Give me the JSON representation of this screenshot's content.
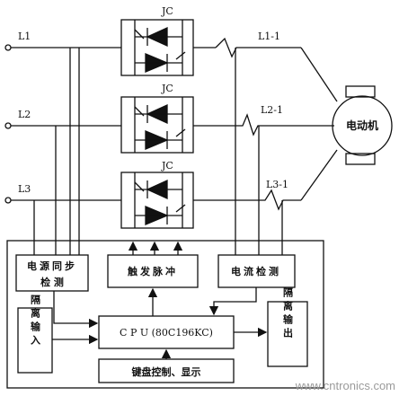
{
  "lines": {
    "l1": "L1",
    "l2": "L2",
    "l3": "L3",
    "l1_out": "L1-1",
    "l2_out": "L2-1",
    "l3_out": "L3-1"
  },
  "thyristors": {
    "jc1": "JC",
    "jc2": "JC",
    "jc3": "JC"
  },
  "motor": {
    "label": "电动机"
  },
  "blocks": {
    "power_sync_line1": "电源同步",
    "power_sync_line2": "检  测",
    "trigger_pulse": "触发脉冲",
    "current_detect": "电流检测",
    "isolated_input": "隔离输入",
    "cpu": "C P U  (80C196KC)",
    "isolated_output": "隔离输出",
    "keyboard_display": "键盘控制、显示"
  },
  "watermark": "www.cntronics.com",
  "colors": {
    "line": "#111111",
    "background": "#ffffff"
  }
}
